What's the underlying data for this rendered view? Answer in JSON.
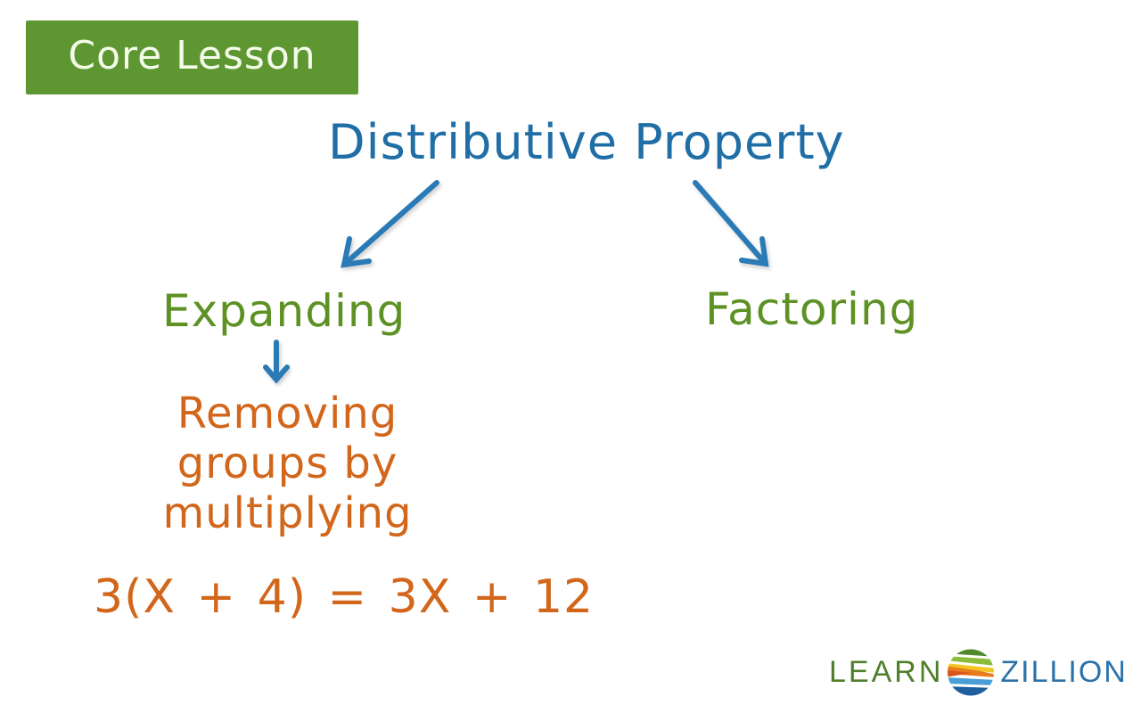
{
  "badge": {
    "label": "Core Lesson",
    "color": "#5e9732"
  },
  "diagram": {
    "title": "Distributive Property",
    "branches": [
      {
        "label": "Expanding",
        "definition_lines": [
          "Removing",
          "groups by",
          "multiplying"
        ],
        "example": "3(X + 4) = 3X + 12"
      },
      {
        "label": "Factoring"
      }
    ],
    "colors": {
      "title": "#1f6ea6",
      "branch": "#5e9124",
      "definition": "#d2661b",
      "arrow": "#2b7ab5"
    }
  },
  "logo": {
    "left_text": "LEARN",
    "right_text": "ZILLION",
    "icon": "striped-globe-icon"
  }
}
